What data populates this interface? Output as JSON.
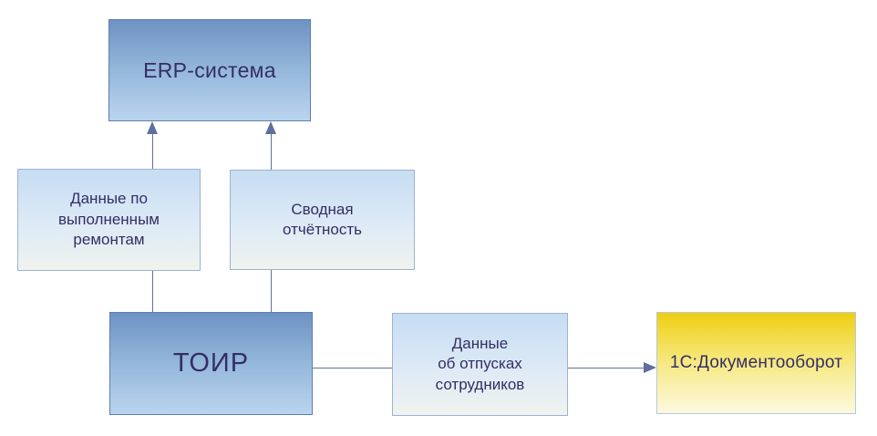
{
  "diagram": {
    "boxes": {
      "erp": {
        "label": "ERP-система"
      },
      "repairs": {
        "lines": [
          "Данные по",
          "выполненным",
          "ремонтам"
        ]
      },
      "reporting": {
        "lines": [
          "Сводная",
          "отчётность"
        ]
      },
      "toir": {
        "label": "ТОИР"
      },
      "vacations": {
        "lines": [
          "Данные",
          "об отпусках",
          "сотрудников"
        ]
      },
      "docflow": {
        "label": "1С:Документооборот"
      }
    },
    "edges": [
      {
        "from": "toir",
        "through": "repairs",
        "to": "erp",
        "arrow": true
      },
      {
        "from": "toir",
        "through": "reporting",
        "to": "erp",
        "arrow": true
      },
      {
        "from": "toir",
        "through": "vacations",
        "to": "docflow",
        "arrow": true
      }
    ],
    "colors": {
      "solid_box_top": "#6e92c3",
      "solid_box_bottom": "#bad4ef",
      "light_box_top": "#c6ddf3",
      "light_box_bottom": "#f0f3ee",
      "yellow_box_top": "#eecf12",
      "yellow_box_bottom": "#fdf9e2",
      "connector": "#60709c",
      "text": "#352e66",
      "background": "#ffffff"
    }
  }
}
